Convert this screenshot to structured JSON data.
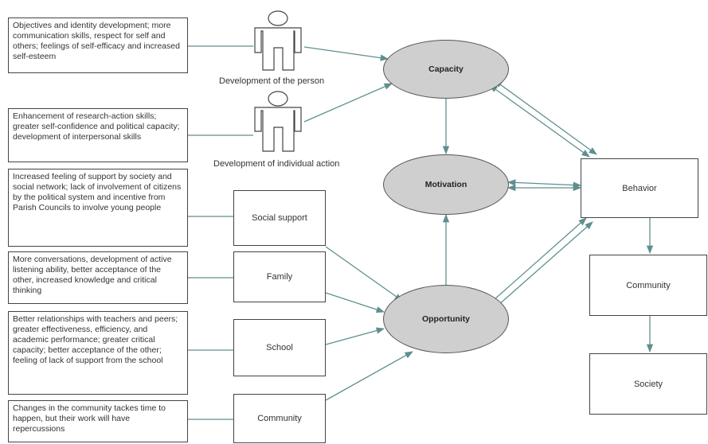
{
  "notes": {
    "person": "Objectives and identity development; more communication skills, respect for self and others; feelings of self-efficacy and increased self-esteem",
    "action": "Enhancement of research-action skills; greater self-confidence and political capacity; development of interpersonal skills",
    "social": "Increased feeling of support by society and social network; lack of involvement of citizens by the political system and incentive from Parish Councils to involve young people",
    "family": "More conversations, development of active listening ability, better acceptance of the other, increased knowledge and critical thinking",
    "school": "Better relationships with teachers and peers; greater effectiveness, efficiency, and academic performance; greater critical capacity; better acceptance of the other; feeling of lack of support from the school",
    "community": "Changes in the community tackes time to happen, but their work will have repercussions"
  },
  "captions": {
    "person": "Development of the person",
    "action": "Development of individual action"
  },
  "sources": {
    "social": "Social support",
    "family": "Family",
    "school": "School",
    "community": "Community"
  },
  "ellipses": {
    "capacity": "Capacity",
    "motivation": "Motivation",
    "opportunity": "Opportunity"
  },
  "outcomes": {
    "behavior": "Behavior",
    "community": "Community",
    "society": "Society"
  },
  "colors": {
    "ellipse_fill": "#cfcfcf",
    "line": "#5f8f8f",
    "border": "#444444"
  }
}
